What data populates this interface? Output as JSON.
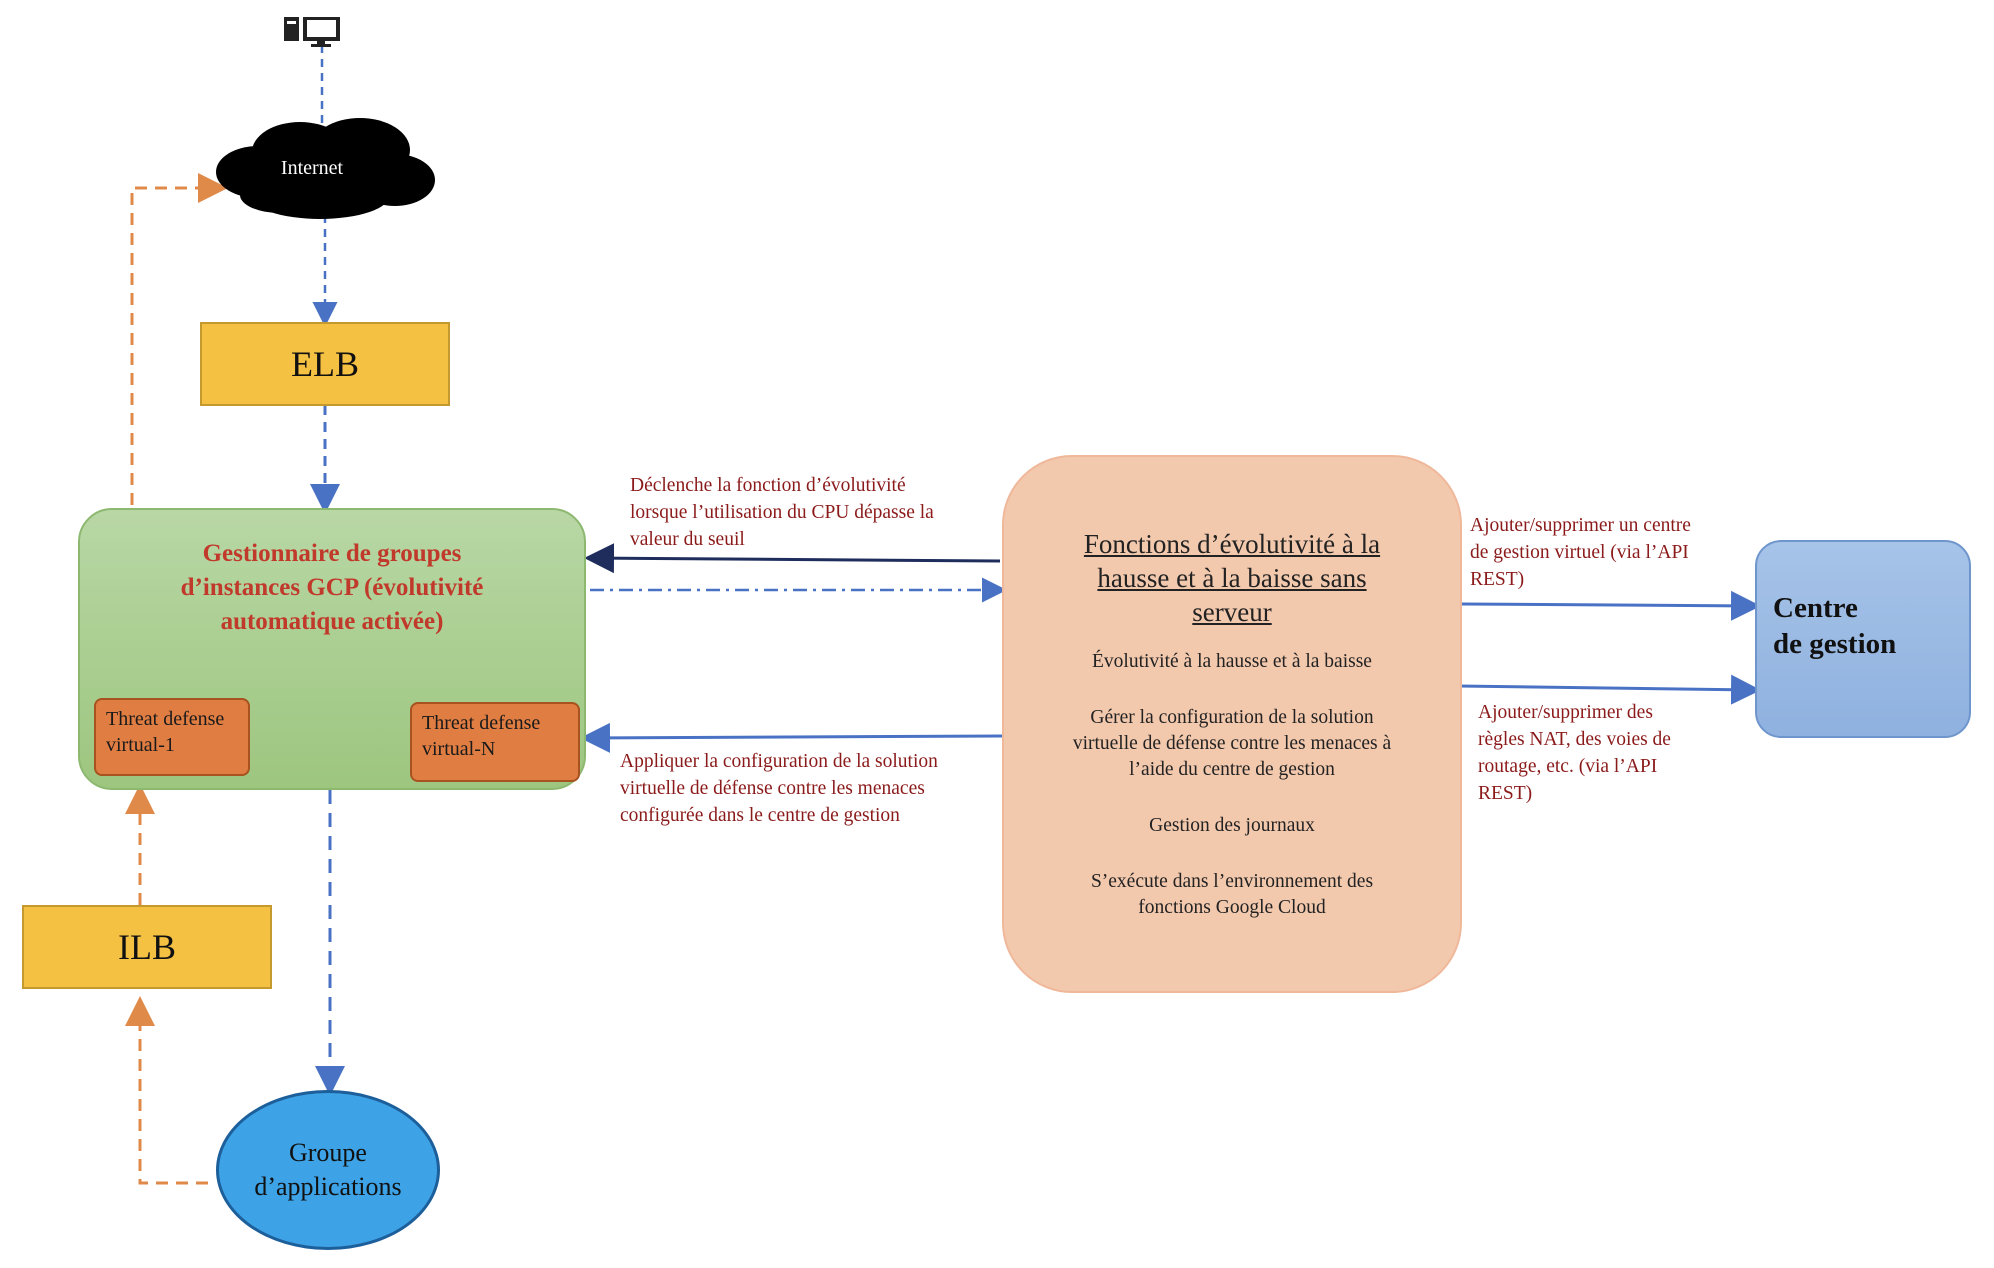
{
  "internet": {
    "label": "Internet"
  },
  "elb": {
    "label": "ELB"
  },
  "ilb": {
    "label": "ILB"
  },
  "mig": {
    "title_lines": [
      "Gestionnaire de groupes",
      "d’instances GCP (évolutivité",
      "automatique activée)"
    ],
    "ftd1": [
      "Threat defense",
      "virtual-1"
    ],
    "ftdN": [
      "Threat defense",
      "virtual-N"
    ]
  },
  "apps": {
    "lines": [
      "Groupe",
      "d’applications"
    ]
  },
  "serverless": {
    "title_lines": [
      "Fonctions d’évolutivité à la",
      "hausse et à la baisse sans",
      "serveur"
    ],
    "item1": "Évolutivité à la hausse et à la baisse",
    "item2": [
      "Gérer la configuration de la solution",
      "virtuelle de défense contre les menaces à",
      "l’aide du centre de gestion"
    ],
    "item3": "Gestion des journaux",
    "item4": [
      "S’exécute dans l’environnement des",
      "fonctions Google Cloud"
    ]
  },
  "centre": {
    "lines": [
      "Centre",
      "de gestion"
    ]
  },
  "notes": {
    "trigger": [
      "Déclenche la fonction d’évolutivité",
      "lorsque l’utilisation du CPU dépasse la",
      "valeur du seuil"
    ],
    "apply": [
      "Appliquer la configuration de la solution",
      "virtuelle de défense contre les menaces",
      "configurée dans le centre de gestion"
    ],
    "add_centre": [
      "Ajouter/supprimer un centre",
      "de gestion virtuel (via l’API",
      "REST)"
    ],
    "add_nat": [
      "Ajouter/supprimer des",
      "règles NAT, des voies de",
      "routage, etc. (via l’API",
      "REST)"
    ]
  },
  "colors": {
    "blue_flow": "#4a72c4",
    "orange_flow": "#e08a4a",
    "navy_arrow": "#1f2d5c",
    "note_red": "#8b1a1a"
  }
}
